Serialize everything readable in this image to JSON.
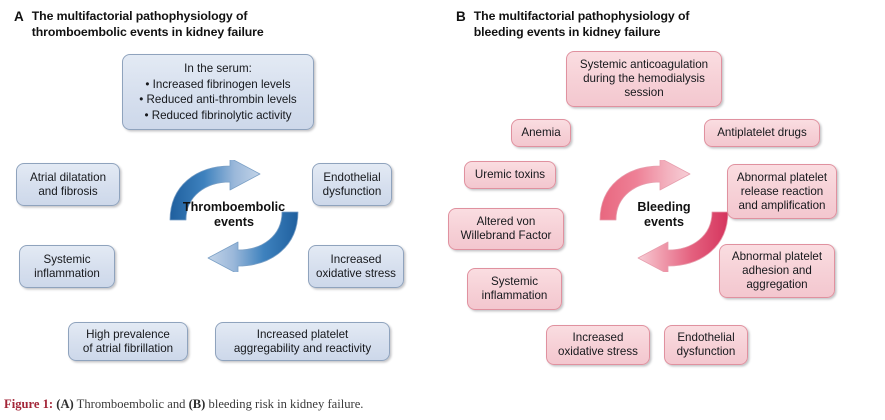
{
  "figure": {
    "caption_label": "Figure 1:",
    "caption_a_tag": "(A)",
    "caption_text_1": " Thromboembolic and ",
    "caption_b_tag": "(B)",
    "caption_text_2": " bleeding risk in kidney failure.",
    "label_color": "#a32638"
  },
  "panels": [
    {
      "letter": "A",
      "title": "The multifactorial pathophysiology of\nthromboembolic events in kidney failure",
      "accent_color": "#2a6cad",
      "box_fill": "#d8e1ee",
      "box_border": "#8fa3bd",
      "cycle_label": "Thromboembolic\nevents",
      "top_box": "In the serum:\n• Increased fibrinogen levels\n• Reduced anti-thrombin levels\n• Reduced fibrinolytic activity",
      "nodes": [
        "Atrial dilatation\nand fibrosis",
        "Endothelial\ndysfunction",
        "Systemic\ninflammation",
        "Increased\noxidative stress",
        "High prevalence\nof atrial fibrillation",
        "Increased platelet\naggregability and reactivity"
      ]
    },
    {
      "letter": "B",
      "title": "The multifactorial pathophysiology of\nbleeding events in kidney failure",
      "accent_color": "#e05070",
      "box_fill": "#f6d0d6",
      "box_border": "#e0919f",
      "cycle_label": "Bleeding\nevents",
      "top_box": "Systemic anticoagulation\nduring the hemodialysis\nsession",
      "nodes": [
        "Anemia",
        "Antiplatelet drugs",
        "Uremic toxins",
        "Abnormal platelet\nrelease reaction\nand amplification",
        "Altered von\nWillebrand Factor",
        "Abnormal platelet\nadhesion and\naggregation",
        "Systemic\ninflammation",
        "Increased\noxidative stress",
        "Endothelial\ndysfunction"
      ]
    }
  ]
}
